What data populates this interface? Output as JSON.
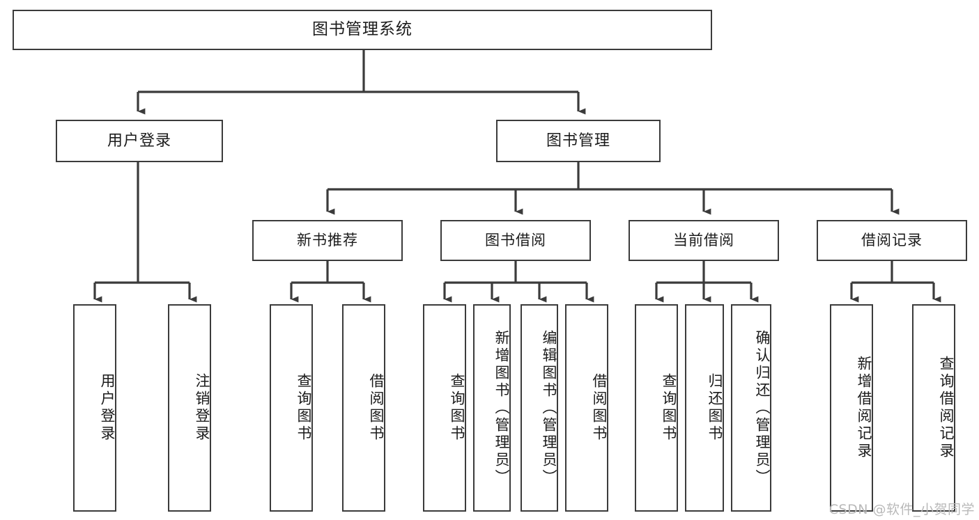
{
  "diagram": {
    "title": "图书管理系统",
    "type": "tree",
    "root": {
      "label": "图书管理系统"
    },
    "level2": [
      {
        "label": "用户登录"
      },
      {
        "label": "图书管理"
      }
    ],
    "level3": [
      {
        "label": "新书推荐"
      },
      {
        "label": "图书借阅"
      },
      {
        "label": "当前借阅"
      },
      {
        "label": "借阅记录"
      }
    ],
    "leaves": {
      "user_login": [
        {
          "label": "用户登录"
        },
        {
          "label": "注销登录"
        }
      ],
      "new_book_recommend": [
        {
          "label": "查询图书"
        },
        {
          "label": "借阅图书"
        }
      ],
      "book_borrow": [
        {
          "label": "查询图书"
        },
        {
          "label": "新增图书（管理员）"
        },
        {
          "label": "编辑图书（管理员）"
        },
        {
          "label": "借阅图书"
        }
      ],
      "current_borrow": [
        {
          "label": "查询图书"
        },
        {
          "label": "归还图书"
        },
        {
          "label": "确认归还（管理员）"
        }
      ],
      "borrow_record": [
        {
          "label": "新增借阅记录"
        },
        {
          "label": "查询借阅记录"
        }
      ]
    }
  },
  "watermark": {
    "text": "CSDN @软件_小贺同学"
  },
  "colors": {
    "stroke": "#3b3b3b",
    "fill": "#ffffff",
    "text": "#1b1b1b",
    "watermark": "#b9b9b9"
  }
}
